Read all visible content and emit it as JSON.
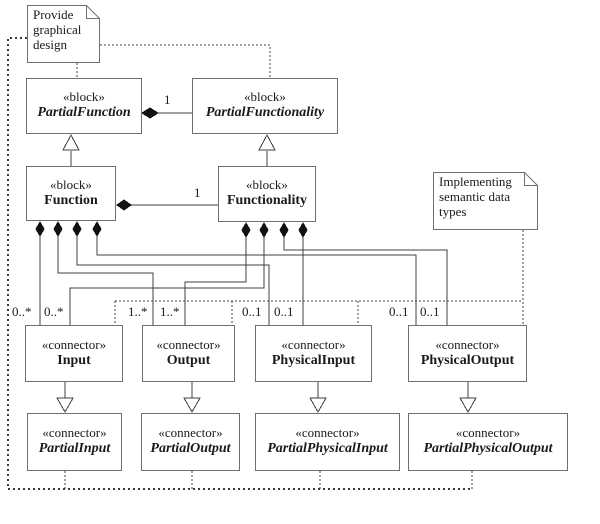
{
  "notes": {
    "provide": "Provide graphical design",
    "implementing": "Implementing semantic data types"
  },
  "blocks": {
    "partial_function": {
      "stereotype": "«block»",
      "name": "PartialFunction"
    },
    "partial_functionality": {
      "stereotype": "«block»",
      "name": "PartialFunctionality"
    },
    "function": {
      "stereotype": "«block»",
      "name": "Function"
    },
    "functionality": {
      "stereotype": "«block»",
      "name": "Functionality"
    },
    "input": {
      "stereotype": "«connector»",
      "name": "Input"
    },
    "output": {
      "stereotype": "«connector»",
      "name": "Output"
    },
    "physical_input": {
      "stereotype": "«connector»",
      "name": "PhysicalInput"
    },
    "physical_output": {
      "stereotype": "«connector»",
      "name": "PhysicalOutput"
    },
    "partial_input": {
      "stereotype": "«connector»",
      "name": "PartialInput"
    },
    "partial_output": {
      "stereotype": "«connector»",
      "name": "PartialOutput"
    },
    "partial_physical_input": {
      "stereotype": "«connector»",
      "name": "PartialPhysicalInput"
    },
    "partial_physical_output": {
      "stereotype": "«connector»",
      "name": "PartialPhysicalOutput"
    }
  },
  "multiplicities": {
    "partial_function_one": "1",
    "function_one": "1",
    "input_from_function": "0..*",
    "input_from_functionality": "0..*",
    "output_from_function": "1..*",
    "output_from_functionality": "1..*",
    "physical_input_from_function": "0..1",
    "physical_input_from_functionality": "0..1",
    "physical_output_from_function": "0..1",
    "physical_output_from_functionality": "0..1"
  },
  "colors": {
    "line": "#404040",
    "box_border": "#707070",
    "diamond_fill": "#111111"
  }
}
